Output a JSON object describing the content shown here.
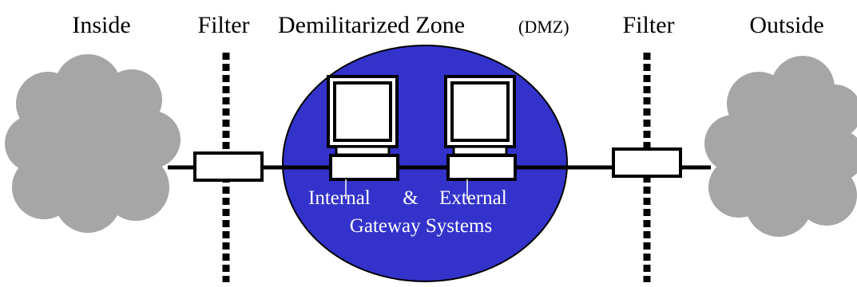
{
  "headers": {
    "inside": "Inside",
    "filter_left": "Filter",
    "dmz": "Demilitarized Zone",
    "dmz_abbr": "(DMZ)",
    "filter_right": "Filter",
    "outside": "Outside"
  },
  "dmz": {
    "label_internal": "Internal",
    "label_amp": "&",
    "label_external": "External",
    "label_gateway": "Gateway Systems"
  },
  "colors": {
    "dmz_fill": "#3333cc",
    "cloud_fill": "#a6a6a6",
    "line": "#000000",
    "text_on_dmz": "#ffffff"
  }
}
